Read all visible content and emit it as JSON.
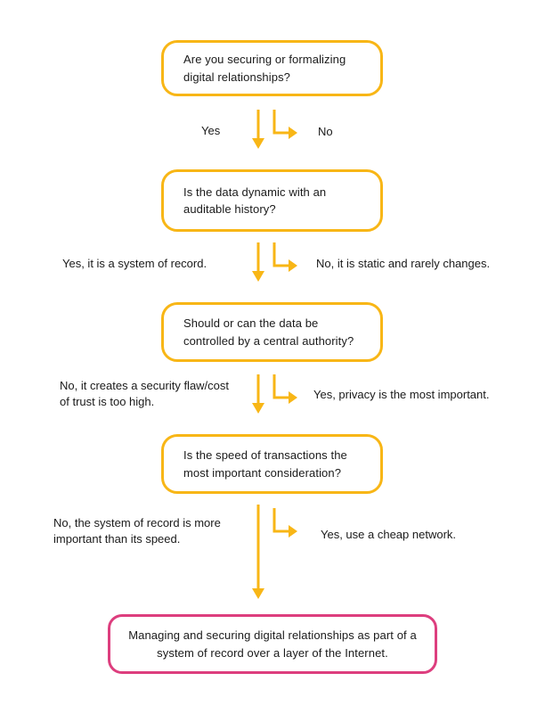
{
  "colors": {
    "accent_yellow": "#F8B616",
    "result_pink": "#DD3E7E",
    "text": "#1A1A1A",
    "background": "#FFFFFF"
  },
  "flowchart": {
    "questions": [
      {
        "text": "Are you securing or formalizing digital relationships?",
        "left_label": "Yes",
        "right_label": "No"
      },
      {
        "text": "Is the data dynamic with an auditable history?",
        "left_label": "Yes, it is a system of record.",
        "right_label": "No, it is static and rarely changes."
      },
      {
        "text": "Should or can the data be controlled by a central authority?",
        "left_label": "No, it creates a security flaw/cost of trust is too high.",
        "right_label": "Yes, privacy is the most important."
      },
      {
        "text": "Is the speed of transactions the most important consideration?",
        "left_label": "No, the system of record is more important than its speed.",
        "right_label": "Yes, use a cheap network."
      }
    ],
    "result": {
      "text": "Managing and securing digital relationships as part of a system of record over a layer of the Internet."
    }
  }
}
